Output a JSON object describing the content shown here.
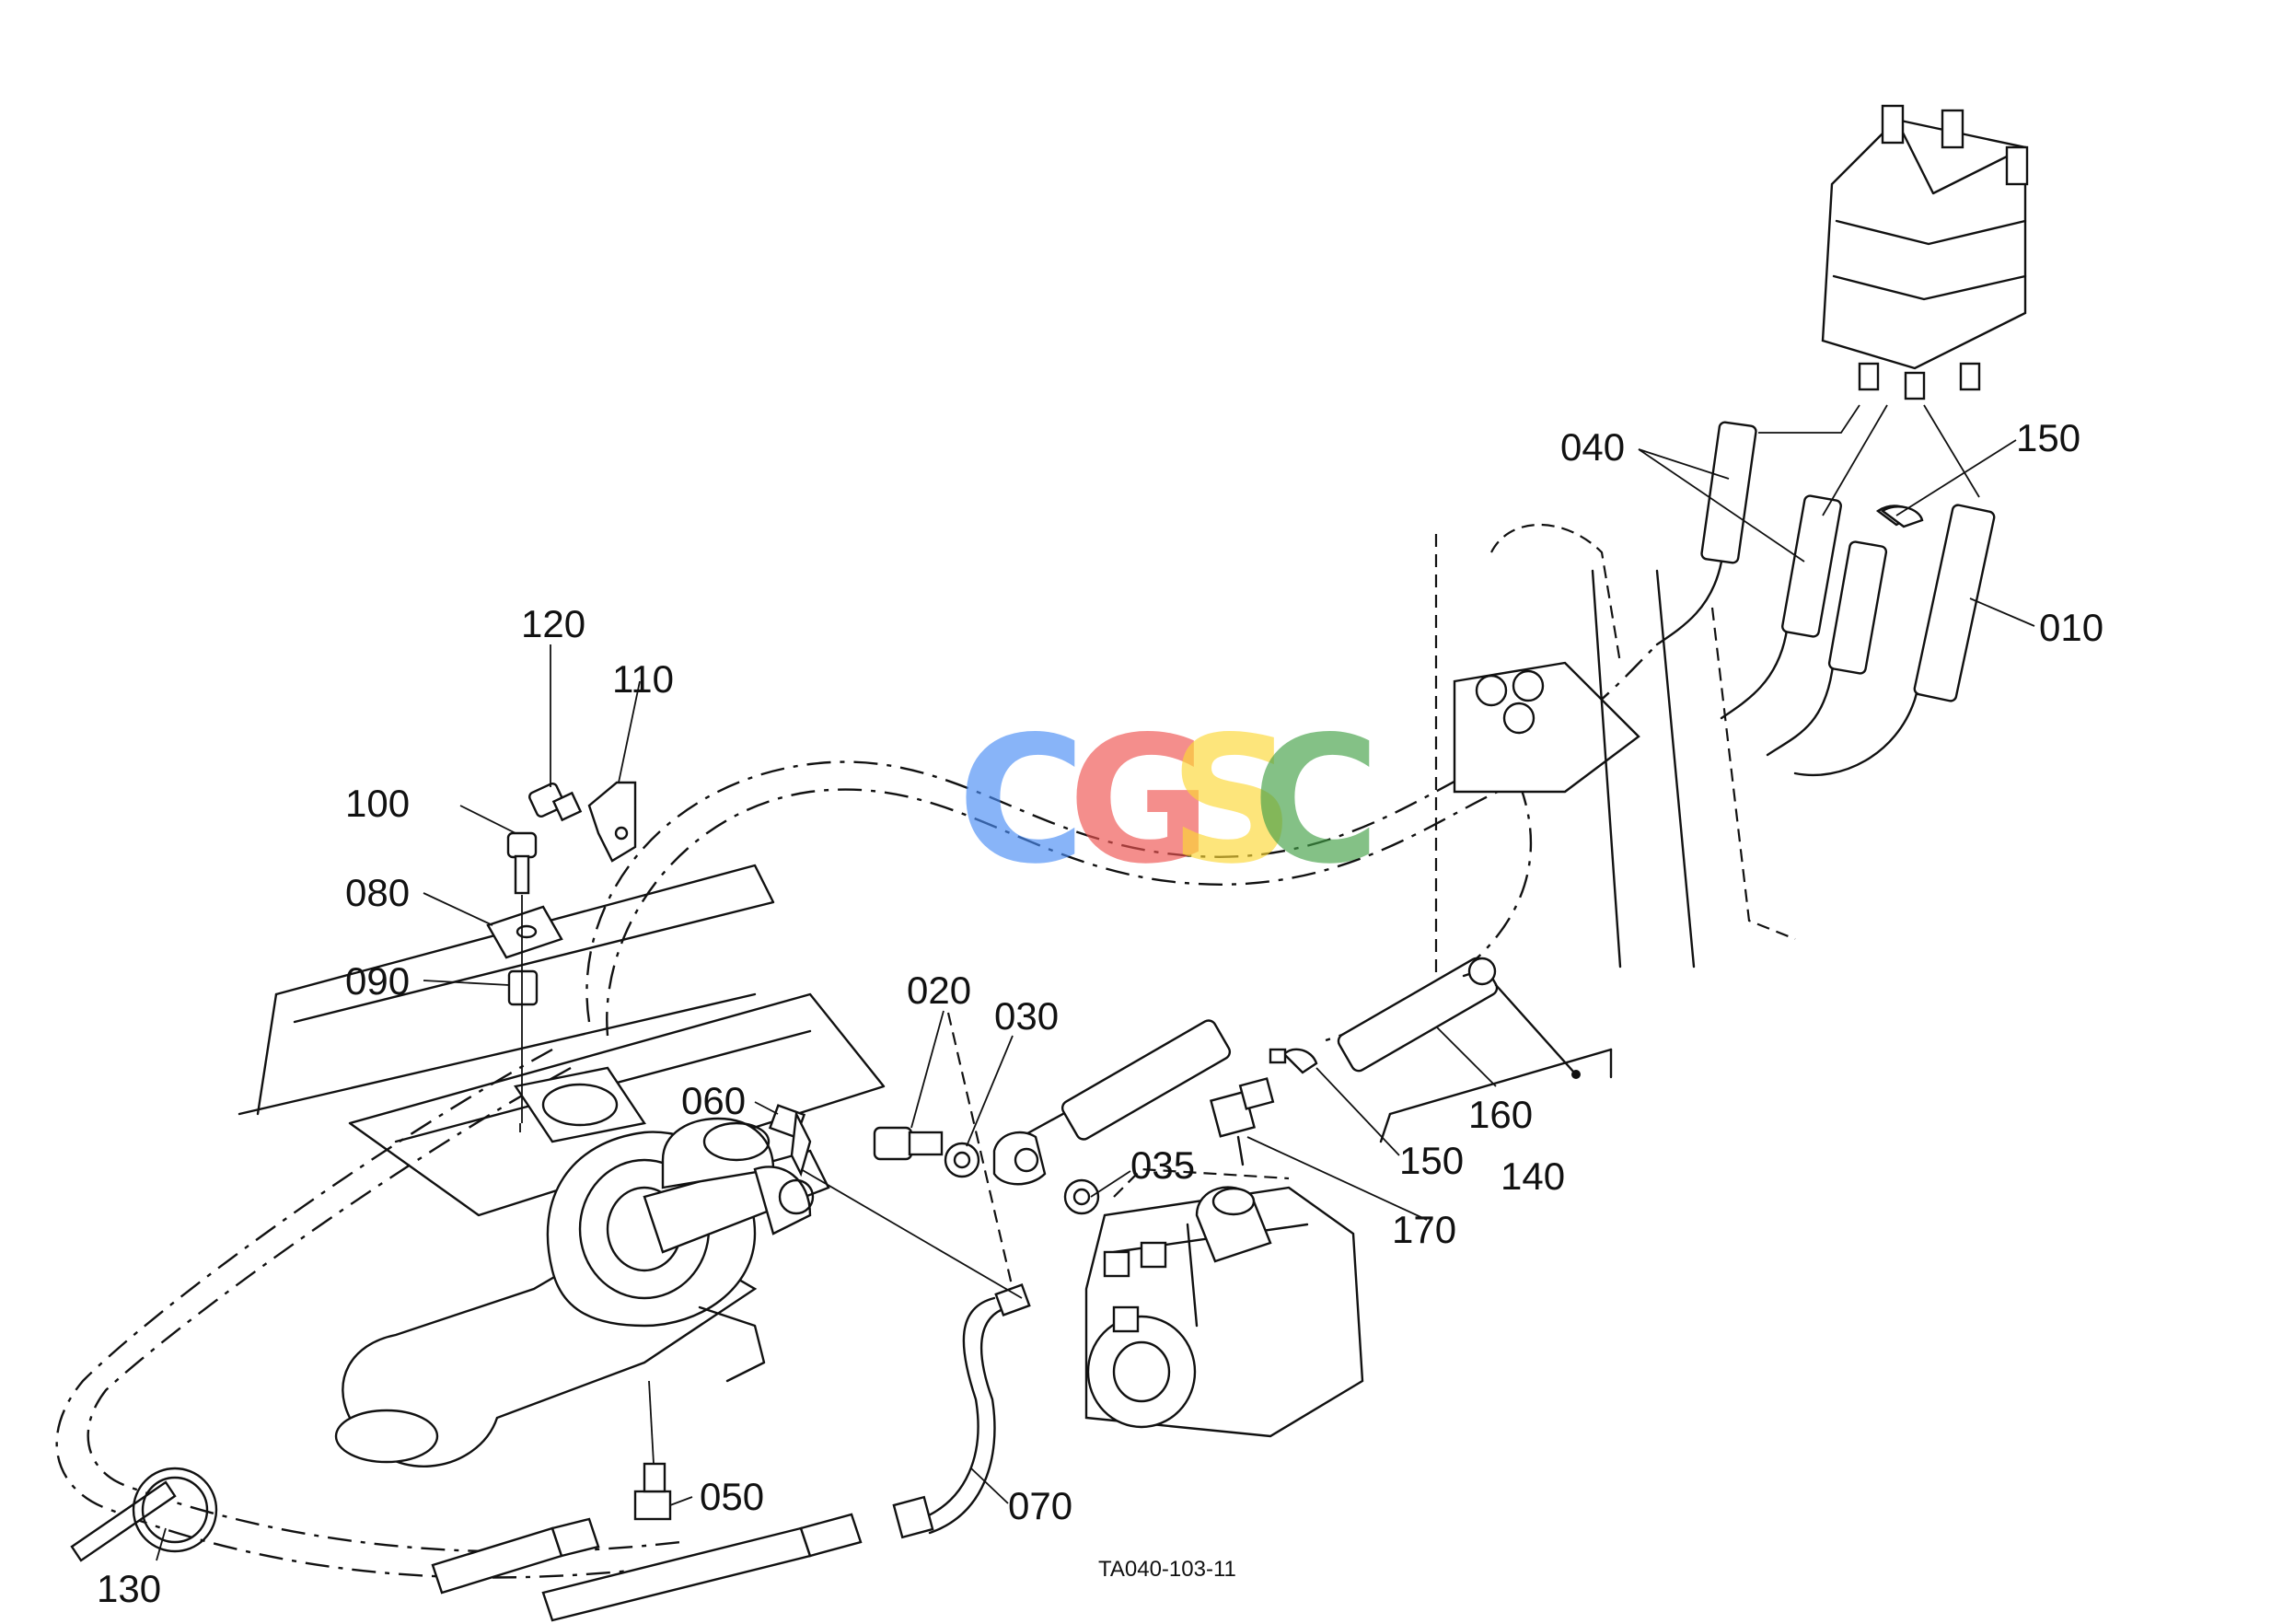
{
  "watermark": {
    "letters": [
      {
        "char": "C",
        "color": "#4a8df5"
      },
      {
        "char": "G",
        "color": "#ef5350"
      },
      {
        "char": "S",
        "color": "#fdd835"
      },
      {
        "char": "C",
        "color": "#43a047"
      }
    ]
  },
  "reference_code": "TA040-103-11",
  "callouts": {
    "p010": "010",
    "p020": "020",
    "p030": "030",
    "p035": "035",
    "p040": "040",
    "p050": "050",
    "p060": "060",
    "p070": "070",
    "p080": "080",
    "p090": "090",
    "p100": "100",
    "p110": "110",
    "p120": "120",
    "p130": "130",
    "p140": "140",
    "p150a": "150",
    "p150b": "150",
    "p160": "160",
    "p170": "170"
  }
}
